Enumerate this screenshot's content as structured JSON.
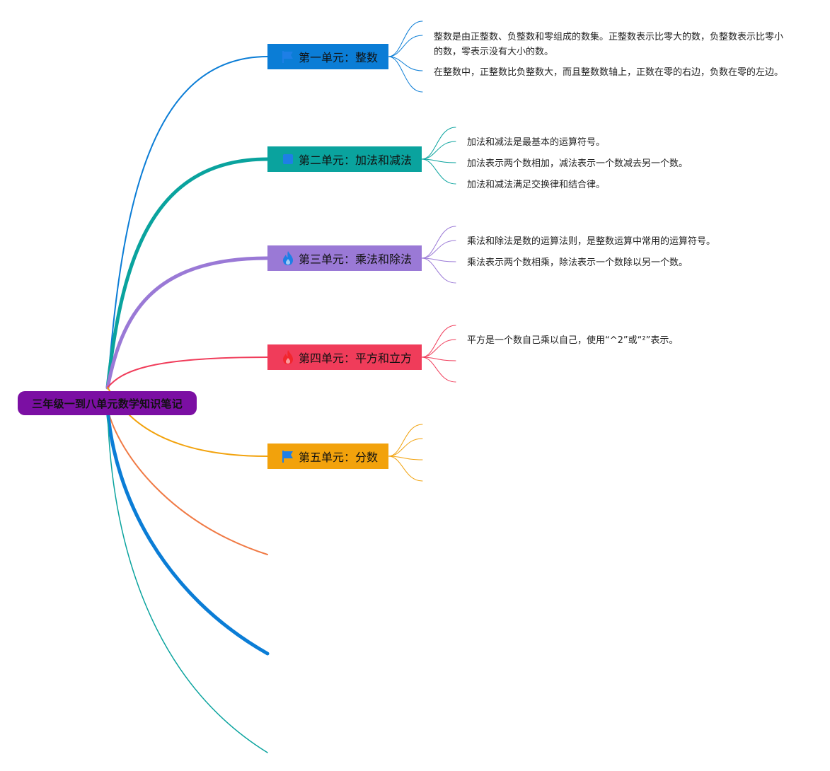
{
  "root": {
    "label": "三年级一到八单元数学知识笔记",
    "color": "#7b0fa3"
  },
  "topics": [
    {
      "label": "第一单元：整数",
      "color": "#0b7dd6",
      "icon": "flag-icon",
      "notes": [
        "整数是由正整数、负整数和零组成的数集。正整数表示比零大的数，负整数表示比零小的数，零表示没有大小的数。",
        "在整数中，正整数比负整数大，而且整数数轴上，正数在零的右边，负数在零的左边。"
      ]
    },
    {
      "label": "第二单元：加法和减法",
      "color": "#0aa39e",
      "icon": "square-icon",
      "notes": [
        "加法和减法是最基本的运算符号。",
        "加法表示两个数相加，减法表示一个数减去另一个数。",
        "加法和减法满足交换律和结合律。"
      ]
    },
    {
      "label": "第三单元：乘法和除法",
      "color": "#9a79d6",
      "icon": "flame-blue-icon",
      "notes": [
        "乘法和除法是数的运算法则，是整数运算中常用的运算符号。",
        "乘法表示两个数相乘，除法表示一个数除以另一个数。"
      ]
    },
    {
      "label": "第四单元：平方和立方",
      "color": "#f03c5a",
      "icon": "flame-red-icon",
      "notes": [
        "平方是一个数自己乘以自己，使用“^2”或“²”表示。"
      ]
    },
    {
      "label": "第五单元：分数",
      "color": "#f2a20c",
      "icon": "flag-icon",
      "notes": []
    }
  ],
  "extra_branch_colors": [
    "#f07a45",
    "#0b7dd6",
    "#0aa39e"
  ]
}
